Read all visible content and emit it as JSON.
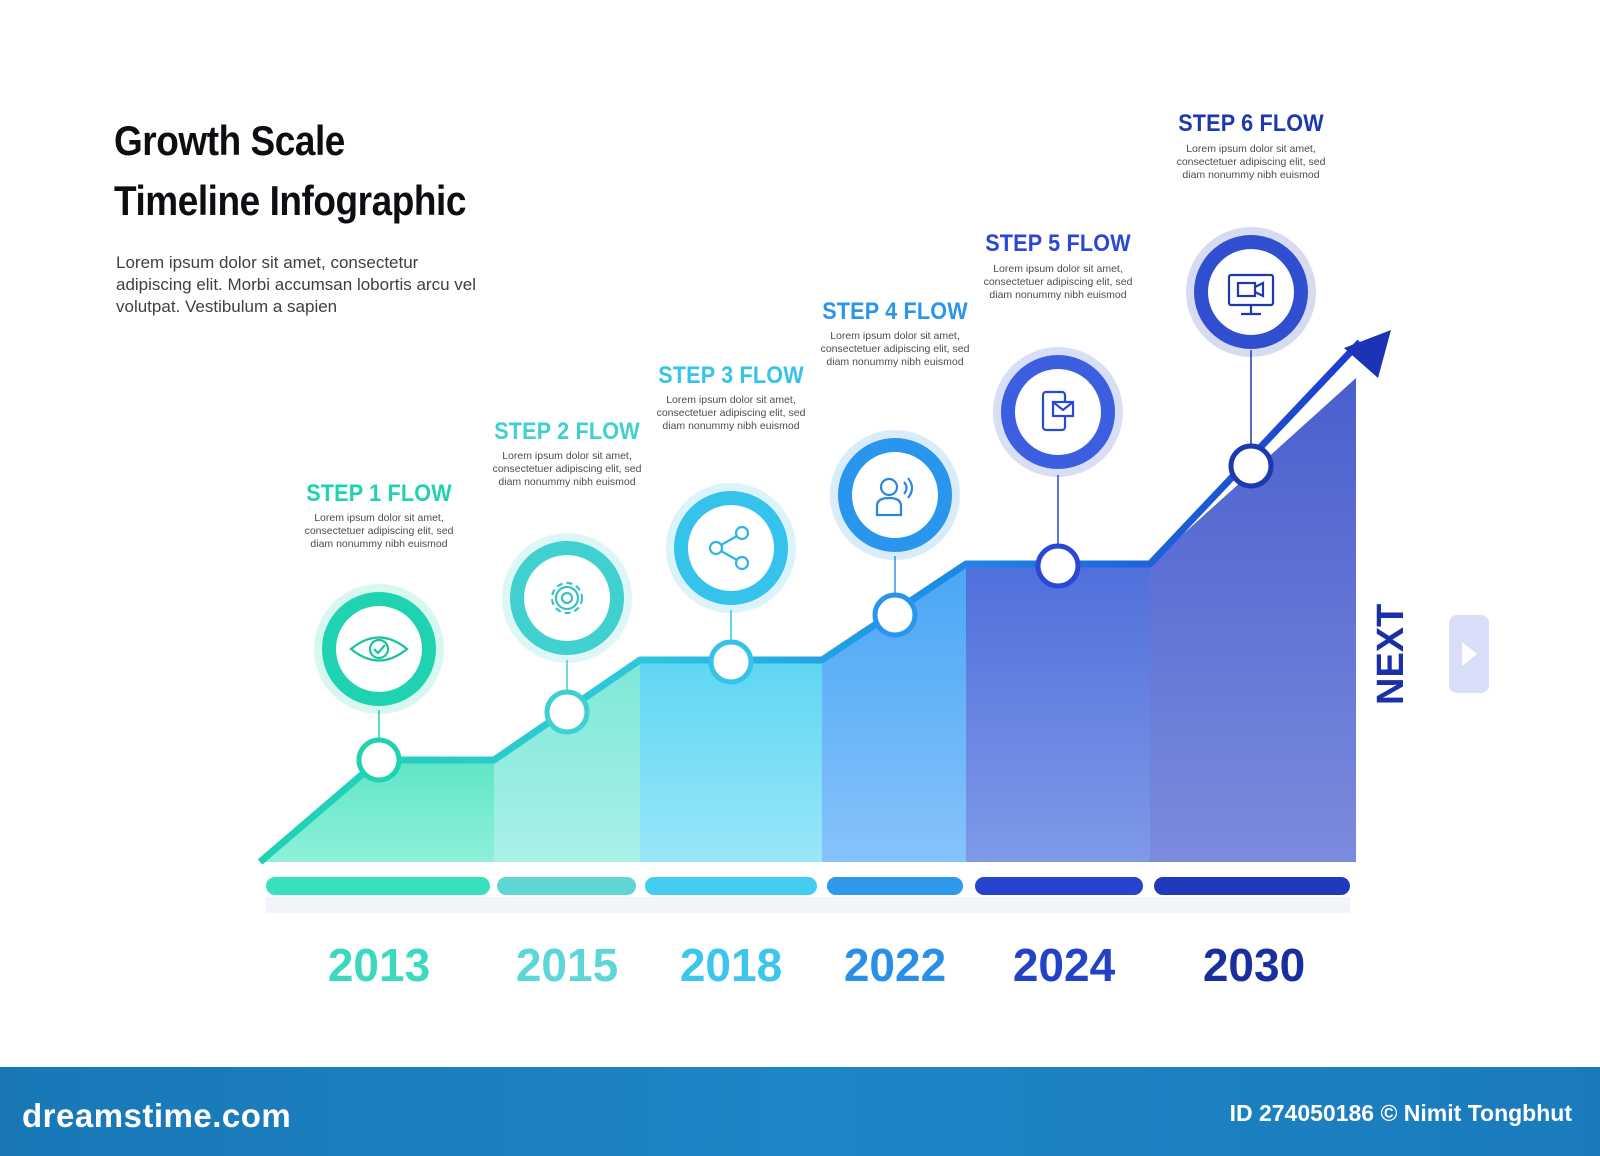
{
  "header": {
    "title_line1": "Growth Scale",
    "title_line2": "Timeline Infographic",
    "description": "Lorem ipsum dolor sit amet, consectetur adipiscing elit. Morbi accumsan lobortis arcu vel volutpat. Vestibulum a sapien"
  },
  "steps": [
    {
      "title": "STEP 1 FLOW",
      "desc": "Lorem ipsum dolor sit amet, consectetuer adipiscing elit, sed diam nonummy nibh euismod",
      "year": "2013",
      "icon": "eye-icon",
      "color": "#1fd3b0",
      "year_color": "#3dd9bf"
    },
    {
      "title": "STEP 2 FLOW",
      "desc": "Lorem ipsum dolor sit amet, consectetuer adipiscing elit, sed diam nonummy nibh euismod",
      "year": "2015",
      "icon": "gear-icon",
      "color": "#3fd0cf",
      "year_color": "#5cd6d8"
    },
    {
      "title": "STEP 3 FLOW",
      "desc": "Lorem ipsum dolor sit amet, consectetuer adipiscing elit, sed diam nonummy nibh euismod",
      "year": "2018",
      "icon": "share-icon",
      "color": "#35c3ec",
      "year_color": "#3cc6ee"
    },
    {
      "title": "STEP 4 FLOW",
      "desc": "Lorem ipsum dolor sit amet, consectetuer adipiscing elit, sed diam nonummy nibh euismod",
      "year": "2022",
      "icon": "user-voice-icon",
      "color": "#2a95ec",
      "year_color": "#2a8fe6"
    },
    {
      "title": "STEP 5 FLOW",
      "desc": "Lorem ipsum dolor sit amet, consectetuer adipiscing elit, sed diam nonummy nibh euismod",
      "year": "2024",
      "icon": "phone-mail-icon",
      "color": "#2a48d4",
      "year_color": "#2442c8"
    },
    {
      "title": "STEP 6 FLOW",
      "desc": "Lorem ipsum dolor sit amet, consectetuer adipiscing elit, sed diam nonummy nibh euismod",
      "year": "2030",
      "icon": "monitor-video-icon",
      "color": "#1c3aae",
      "year_color": "#1a2f9e"
    }
  ],
  "next_label": "NEXT",
  "footer": {
    "brand": "dreamstime.com",
    "credit": "ID 274050186 © Nimit  Tongbhut"
  }
}
